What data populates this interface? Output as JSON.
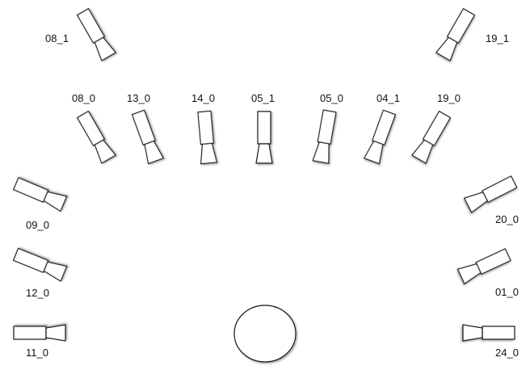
{
  "cameras": [
    {
      "id": "cam-08-1",
      "label": "08_1"
    },
    {
      "id": "cam-19-1",
      "label": "19_1"
    },
    {
      "id": "cam-08-0",
      "label": "08_0"
    },
    {
      "id": "cam-13-0",
      "label": "13_0"
    },
    {
      "id": "cam-14-0",
      "label": "14_0"
    },
    {
      "id": "cam-05-1",
      "label": "05_1"
    },
    {
      "id": "cam-05-0",
      "label": "05_0"
    },
    {
      "id": "cam-04-1",
      "label": "04_1"
    },
    {
      "id": "cam-19-0",
      "label": "19_0"
    },
    {
      "id": "cam-09-0",
      "label": "09_0"
    },
    {
      "id": "cam-20-0",
      "label": "20_0"
    },
    {
      "id": "cam-12-0",
      "label": "12_0"
    },
    {
      "id": "cam-01-0",
      "label": "01_0"
    },
    {
      "id": "cam-11-0",
      "label": "11_0"
    },
    {
      "id": "cam-24-0",
      "label": "24_0"
    }
  ]
}
